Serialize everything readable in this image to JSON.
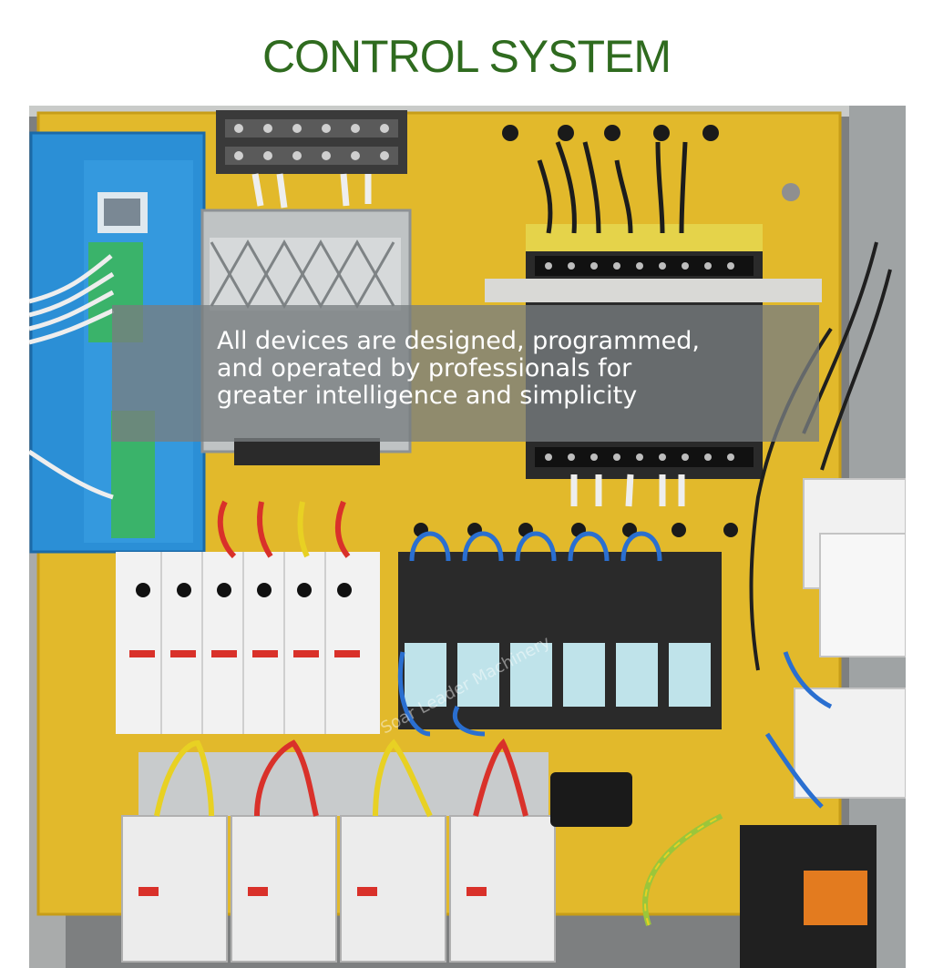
{
  "header": {
    "title": "CONTROL SYSTEM"
  },
  "overlay": {
    "lines": [
      "All devices are designed, programmed,",
      "and operated by professionals for",
      "greater intelligence and simplicity"
    ]
  },
  "colors": {
    "title": "#2f6b1f",
    "panel_yellow": "#e2b92b",
    "driver_blue": "#2b8fd6",
    "overlay": "#787d80"
  }
}
